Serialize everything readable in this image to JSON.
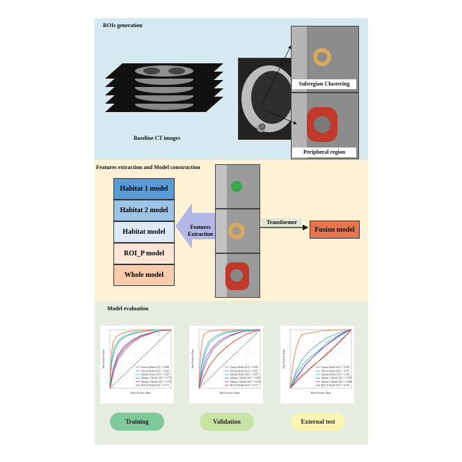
{
  "sections": {
    "roi": {
      "title": "ROIs generation",
      "baseline_label": "Baseline CT images",
      "subregion_label": "Subregion Clustering",
      "peripheral_label": "Peripheral region"
    },
    "features": {
      "title": "Features extraction and Model construction",
      "models": [
        {
          "label": "Habitat 1 model",
          "color": "#5b9bd5"
        },
        {
          "label": "Habitat 2 model",
          "color": "#9dc3e6"
        },
        {
          "label": "Habitat  model",
          "color": "#deebf7"
        },
        {
          "label": "ROI_P model",
          "color": "#fbe5d6"
        },
        {
          "label": "Whole model",
          "color": "#f8cbad"
        }
      ],
      "arrow_label_1": "Features",
      "arrow_label_2": "Extraction",
      "transformer_label": "Transformer",
      "fusion_label": "Fusion model"
    },
    "evaluation": {
      "title": "Model evaluation",
      "pills": [
        {
          "label": "Training",
          "color": "#7fc99a"
        },
        {
          "label": "Validation",
          "color": "#c8e3a4"
        },
        {
          "label": "External test",
          "color": "#fbf5b4"
        }
      ]
    }
  },
  "chart_data": [
    {
      "type": "line",
      "title": "",
      "xlabel": "False Positive Rate",
      "ylabel": "True Positive Rate",
      "xlim": [
        0,
        1
      ],
      "ylim": [
        0,
        1
      ],
      "series": [
        {
          "name": "Fusion Model AUC = 0.890",
          "color": "#e8743b",
          "x": [
            0,
            0.02,
            0.05,
            0.1,
            0.2,
            0.3,
            0.5,
            0.7,
            1
          ],
          "y": [
            0,
            0.55,
            0.78,
            0.88,
            0.94,
            0.97,
            0.99,
            1,
            1
          ]
        },
        {
          "name": "Whole Model AUC = 0.824",
          "color": "#4aa3df",
          "x": [
            0,
            0.03,
            0.08,
            0.15,
            0.25,
            0.4,
            0.6,
            0.8,
            1
          ],
          "y": [
            0,
            0.45,
            0.66,
            0.8,
            0.88,
            0.94,
            0.98,
            1,
            1
          ]
        },
        {
          "name": "Habitat Model AUC = 0.837",
          "color": "#3fbfa0",
          "x": [
            0,
            0.03,
            0.07,
            0.14,
            0.24,
            0.4,
            0.6,
            0.8,
            1
          ],
          "y": [
            0,
            0.48,
            0.7,
            0.82,
            0.9,
            0.95,
            0.98,
            1,
            1
          ]
        },
        {
          "name": "Habitat 1 Model AUC = 0.776",
          "color": "#6a5acd",
          "x": [
            0,
            0.05,
            0.12,
            0.22,
            0.35,
            0.5,
            0.7,
            0.85,
            1
          ],
          "y": [
            0,
            0.32,
            0.55,
            0.7,
            0.82,
            0.9,
            0.96,
            0.99,
            1
          ]
        },
        {
          "name": "Habitat 2 Model AUC = 0.757",
          "color": "#9b59b6",
          "x": [
            0,
            0.06,
            0.14,
            0.25,
            0.38,
            0.52,
            0.7,
            0.85,
            1
          ],
          "y": [
            0,
            0.28,
            0.5,
            0.66,
            0.79,
            0.88,
            0.95,
            0.99,
            1
          ]
        },
        {
          "name": "ROI_P Model AUC = 0.771",
          "color": "#c0392b",
          "x": [
            0,
            0.05,
            0.13,
            0.23,
            0.36,
            0.5,
            0.7,
            0.85,
            1
          ],
          "y": [
            0,
            0.3,
            0.53,
            0.68,
            0.8,
            0.89,
            0.96,
            0.99,
            1
          ]
        }
      ]
    },
    {
      "type": "line",
      "title": "",
      "xlabel": "False Positive Rate",
      "ylabel": "True Positive Rate",
      "xlim": [
        0,
        1
      ],
      "ylim": [
        0,
        1
      ],
      "series": [
        {
          "name": "Fusion Model AUC = 0.919",
          "color": "#e8743b",
          "x": [
            0,
            0.02,
            0.05,
            0.08,
            0.15,
            0.3,
            0.6,
            1
          ],
          "y": [
            0,
            0.5,
            0.8,
            0.92,
            0.97,
            0.99,
            1,
            1
          ]
        },
        {
          "name": "Whole Model AUC = 0.847",
          "color": "#4aa3df",
          "x": [
            0,
            0.04,
            0.1,
            0.18,
            0.3,
            0.45,
            0.7,
            1
          ],
          "y": [
            0,
            0.35,
            0.6,
            0.78,
            0.88,
            0.95,
            0.99,
            1
          ]
        },
        {
          "name": "Habitat Model AUC = 0.857",
          "color": "#3fbfa0",
          "x": [
            0,
            0.04,
            0.09,
            0.16,
            0.28,
            0.42,
            0.65,
            1
          ],
          "y": [
            0,
            0.4,
            0.64,
            0.8,
            0.9,
            0.96,
            0.99,
            1
          ]
        },
        {
          "name": "Habitat 1 Model AUC = 0.807",
          "color": "#6a5acd",
          "x": [
            0,
            0.06,
            0.14,
            0.24,
            0.36,
            0.52,
            0.72,
            1
          ],
          "y": [
            0,
            0.28,
            0.5,
            0.68,
            0.8,
            0.9,
            0.97,
            1
          ]
        },
        {
          "name": "Habitat 2 Model AUC = 0.818",
          "color": "#9b59b6",
          "x": [
            0,
            0.05,
            0.12,
            0.22,
            0.34,
            0.5,
            0.7,
            1
          ],
          "y": [
            0,
            0.3,
            0.54,
            0.7,
            0.82,
            0.91,
            0.97,
            1
          ]
        },
        {
          "name": "ROI_P Model AUC = 0.717",
          "color": "#c0392b",
          "x": [
            0,
            0.08,
            0.18,
            0.3,
            0.44,
            0.6,
            0.78,
            1
          ],
          "y": [
            0,
            0.2,
            0.4,
            0.56,
            0.7,
            0.82,
            0.93,
            1
          ]
        }
      ]
    },
    {
      "type": "line",
      "title": "",
      "xlabel": "False Positive Rate",
      "ylabel": "True Positive Rate",
      "xlim": [
        0,
        1
      ],
      "ylim": [
        0,
        1
      ],
      "series": [
        {
          "name": "Fusion Model AUC = 0.870",
          "color": "#e8743b",
          "x": [
            0,
            0.05,
            0.1,
            0.15,
            0.2,
            0.35,
            0.5,
            0.7,
            1
          ],
          "y": [
            0,
            0.45,
            0.7,
            0.85,
            0.92,
            0.95,
            0.98,
            1,
            1
          ]
        },
        {
          "name": "Whole Model AUC = 0.750",
          "color": "#4aa3df",
          "x": [
            0,
            0.1,
            0.2,
            0.3,
            0.45,
            0.6,
            0.75,
            0.9,
            1
          ],
          "y": [
            0,
            0.3,
            0.5,
            0.62,
            0.75,
            0.86,
            0.93,
            0.98,
            1
          ]
        },
        {
          "name": "Habitat Model AUC = 0.692",
          "color": "#3fbfa0",
          "x": [
            0,
            0.1,
            0.22,
            0.35,
            0.5,
            0.62,
            0.78,
            0.9,
            1
          ],
          "y": [
            0,
            0.25,
            0.42,
            0.55,
            0.68,
            0.8,
            0.9,
            0.97,
            1
          ]
        },
        {
          "name": "Habitat 1 Model AUC = 0.687",
          "color": "#6a5acd",
          "x": [
            0,
            0.12,
            0.25,
            0.38,
            0.5,
            0.65,
            0.8,
            0.92,
            1
          ],
          "y": [
            0,
            0.22,
            0.4,
            0.54,
            0.66,
            0.78,
            0.89,
            0.96,
            1
          ]
        },
        {
          "name": "Habitat 2 Model AUC = 0.686",
          "color": "#9b59b6",
          "x": [
            0,
            0.12,
            0.24,
            0.36,
            0.5,
            0.64,
            0.8,
            0.92,
            1
          ],
          "y": [
            0,
            0.2,
            0.38,
            0.52,
            0.65,
            0.78,
            0.9,
            0.97,
            1
          ]
        },
        {
          "name": "ROI_P Model AUC = 0.615",
          "color": "#c0392b",
          "x": [
            0,
            0.15,
            0.3,
            0.45,
            0.58,
            0.7,
            0.82,
            0.94,
            1
          ],
          "y": [
            0,
            0.18,
            0.32,
            0.45,
            0.56,
            0.68,
            0.8,
            0.93,
            1
          ]
        }
      ]
    }
  ]
}
